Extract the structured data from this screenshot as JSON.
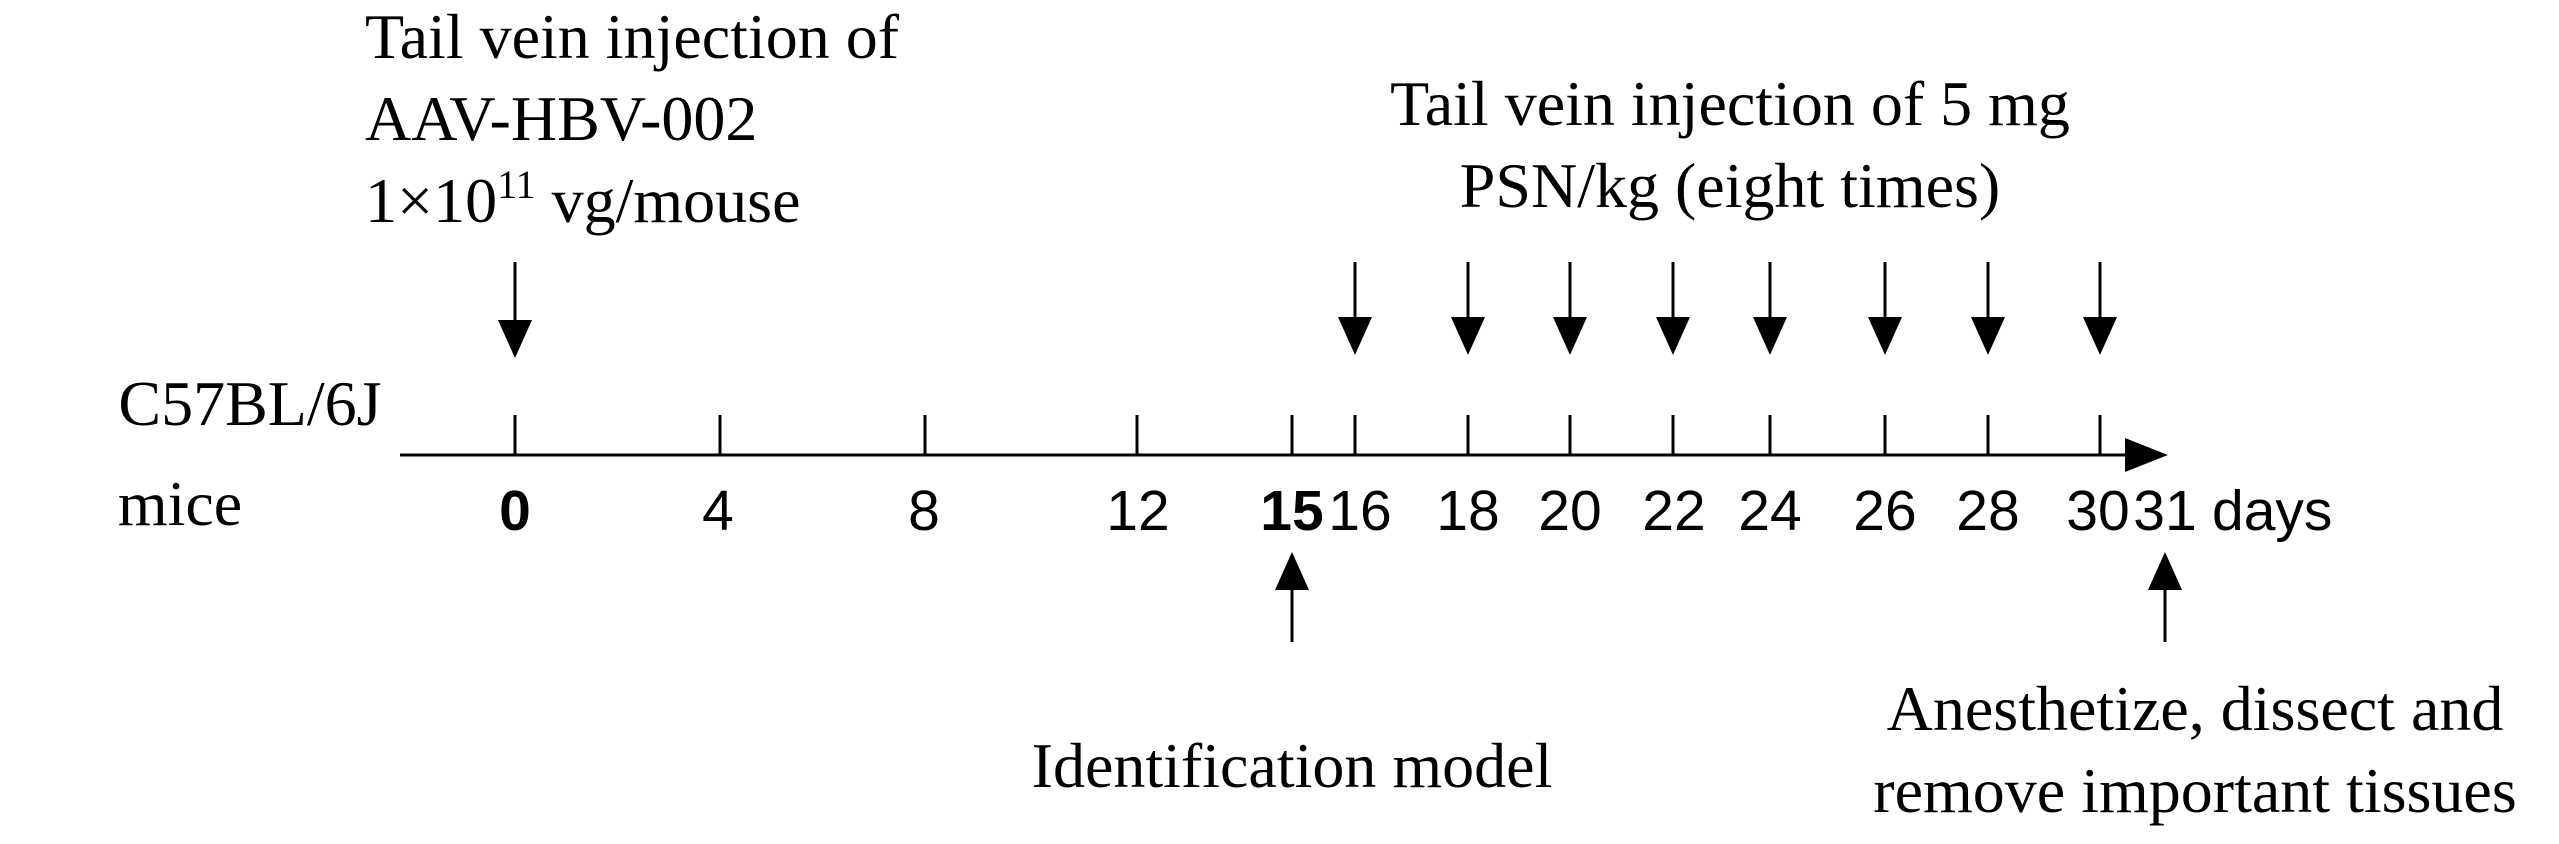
{
  "subject": {
    "line1": "C57BL/6J",
    "line2": "mice"
  },
  "first_injection": {
    "line1": "Tail vein injection of",
    "line2": "AAV-HBV-002",
    "line3_prefix": "1×10",
    "line3_sup": "11",
    "line3_suffix": " vg/mouse",
    "day": 0
  },
  "psn_injection": {
    "line1": "Tail vein injection of 5 mg",
    "line2": "PSN/kg (eight times)",
    "days": [
      16,
      18,
      20,
      22,
      24,
      26,
      28,
      30
    ]
  },
  "identification": {
    "label": "Identification model",
    "day": 15
  },
  "endpoint": {
    "line1": "Anesthetize, dissect and",
    "line2": "remove important tissues",
    "day": 31
  },
  "timeline": {
    "ticks": [
      {
        "day": 0,
        "label": "0",
        "bold": true
      },
      {
        "day": 4,
        "label": "4",
        "bold": false
      },
      {
        "day": 8,
        "label": "8",
        "bold": false
      },
      {
        "day": 12,
        "label": "12",
        "bold": false
      },
      {
        "day": 15,
        "label": "15",
        "bold": true
      },
      {
        "day": 16,
        "label": "16",
        "bold": false
      },
      {
        "day": 18,
        "label": "18",
        "bold": false
      },
      {
        "day": 20,
        "label": "20",
        "bold": false
      },
      {
        "day": 22,
        "label": "22",
        "bold": false
      },
      {
        "day": 24,
        "label": "24",
        "bold": false
      },
      {
        "day": 26,
        "label": "26",
        "bold": false
      },
      {
        "day": 28,
        "label": "28",
        "bold": false
      },
      {
        "day": 30,
        "label": "30",
        "bold": false
      },
      {
        "day": 31,
        "label": "31",
        "bold": false
      }
    ],
    "unit": "days"
  }
}
